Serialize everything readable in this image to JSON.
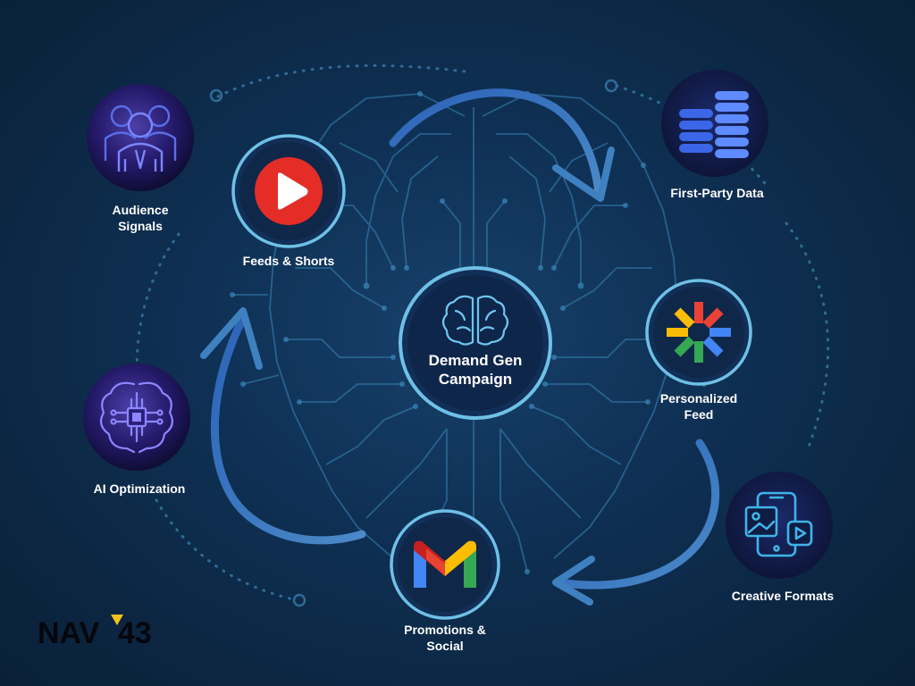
{
  "center": {
    "title_line1": "Demand Gen",
    "title_line2": "Campaign",
    "icon": "brain-icon"
  },
  "nodes": {
    "audience_signals": {
      "line1": "Audience",
      "line2": "Signals",
      "icon": "audience-group-icon"
    },
    "feeds_shorts": {
      "label": "Feeds & Shorts",
      "icon": "youtube-play-icon"
    },
    "first_party_data": {
      "label": "First-Party Data",
      "icon": "database-stack-icon"
    },
    "personalized_feed": {
      "line1": "Personalized",
      "line2": "Feed",
      "icon": "google-discover-icon"
    },
    "creative_formats": {
      "label": "Creative Formats",
      "icon": "mobile-media-icon"
    },
    "promotions_social": {
      "line1": "Promotions &",
      "line2": "Social",
      "icon": "gmail-icon"
    },
    "ai_optimization": {
      "label": "AI Optimization",
      "icon": "ai-brain-chip-icon"
    }
  },
  "brand": {
    "left": "NAV",
    "right": "43"
  },
  "colors": {
    "background": "#0d2944",
    "circuit": "#3f8fc0",
    "node_ring": "#6fc0e6",
    "arrow": "#3a78b8",
    "accent_yellow": "#f5c21b",
    "youtube_red": "#e52d27"
  }
}
